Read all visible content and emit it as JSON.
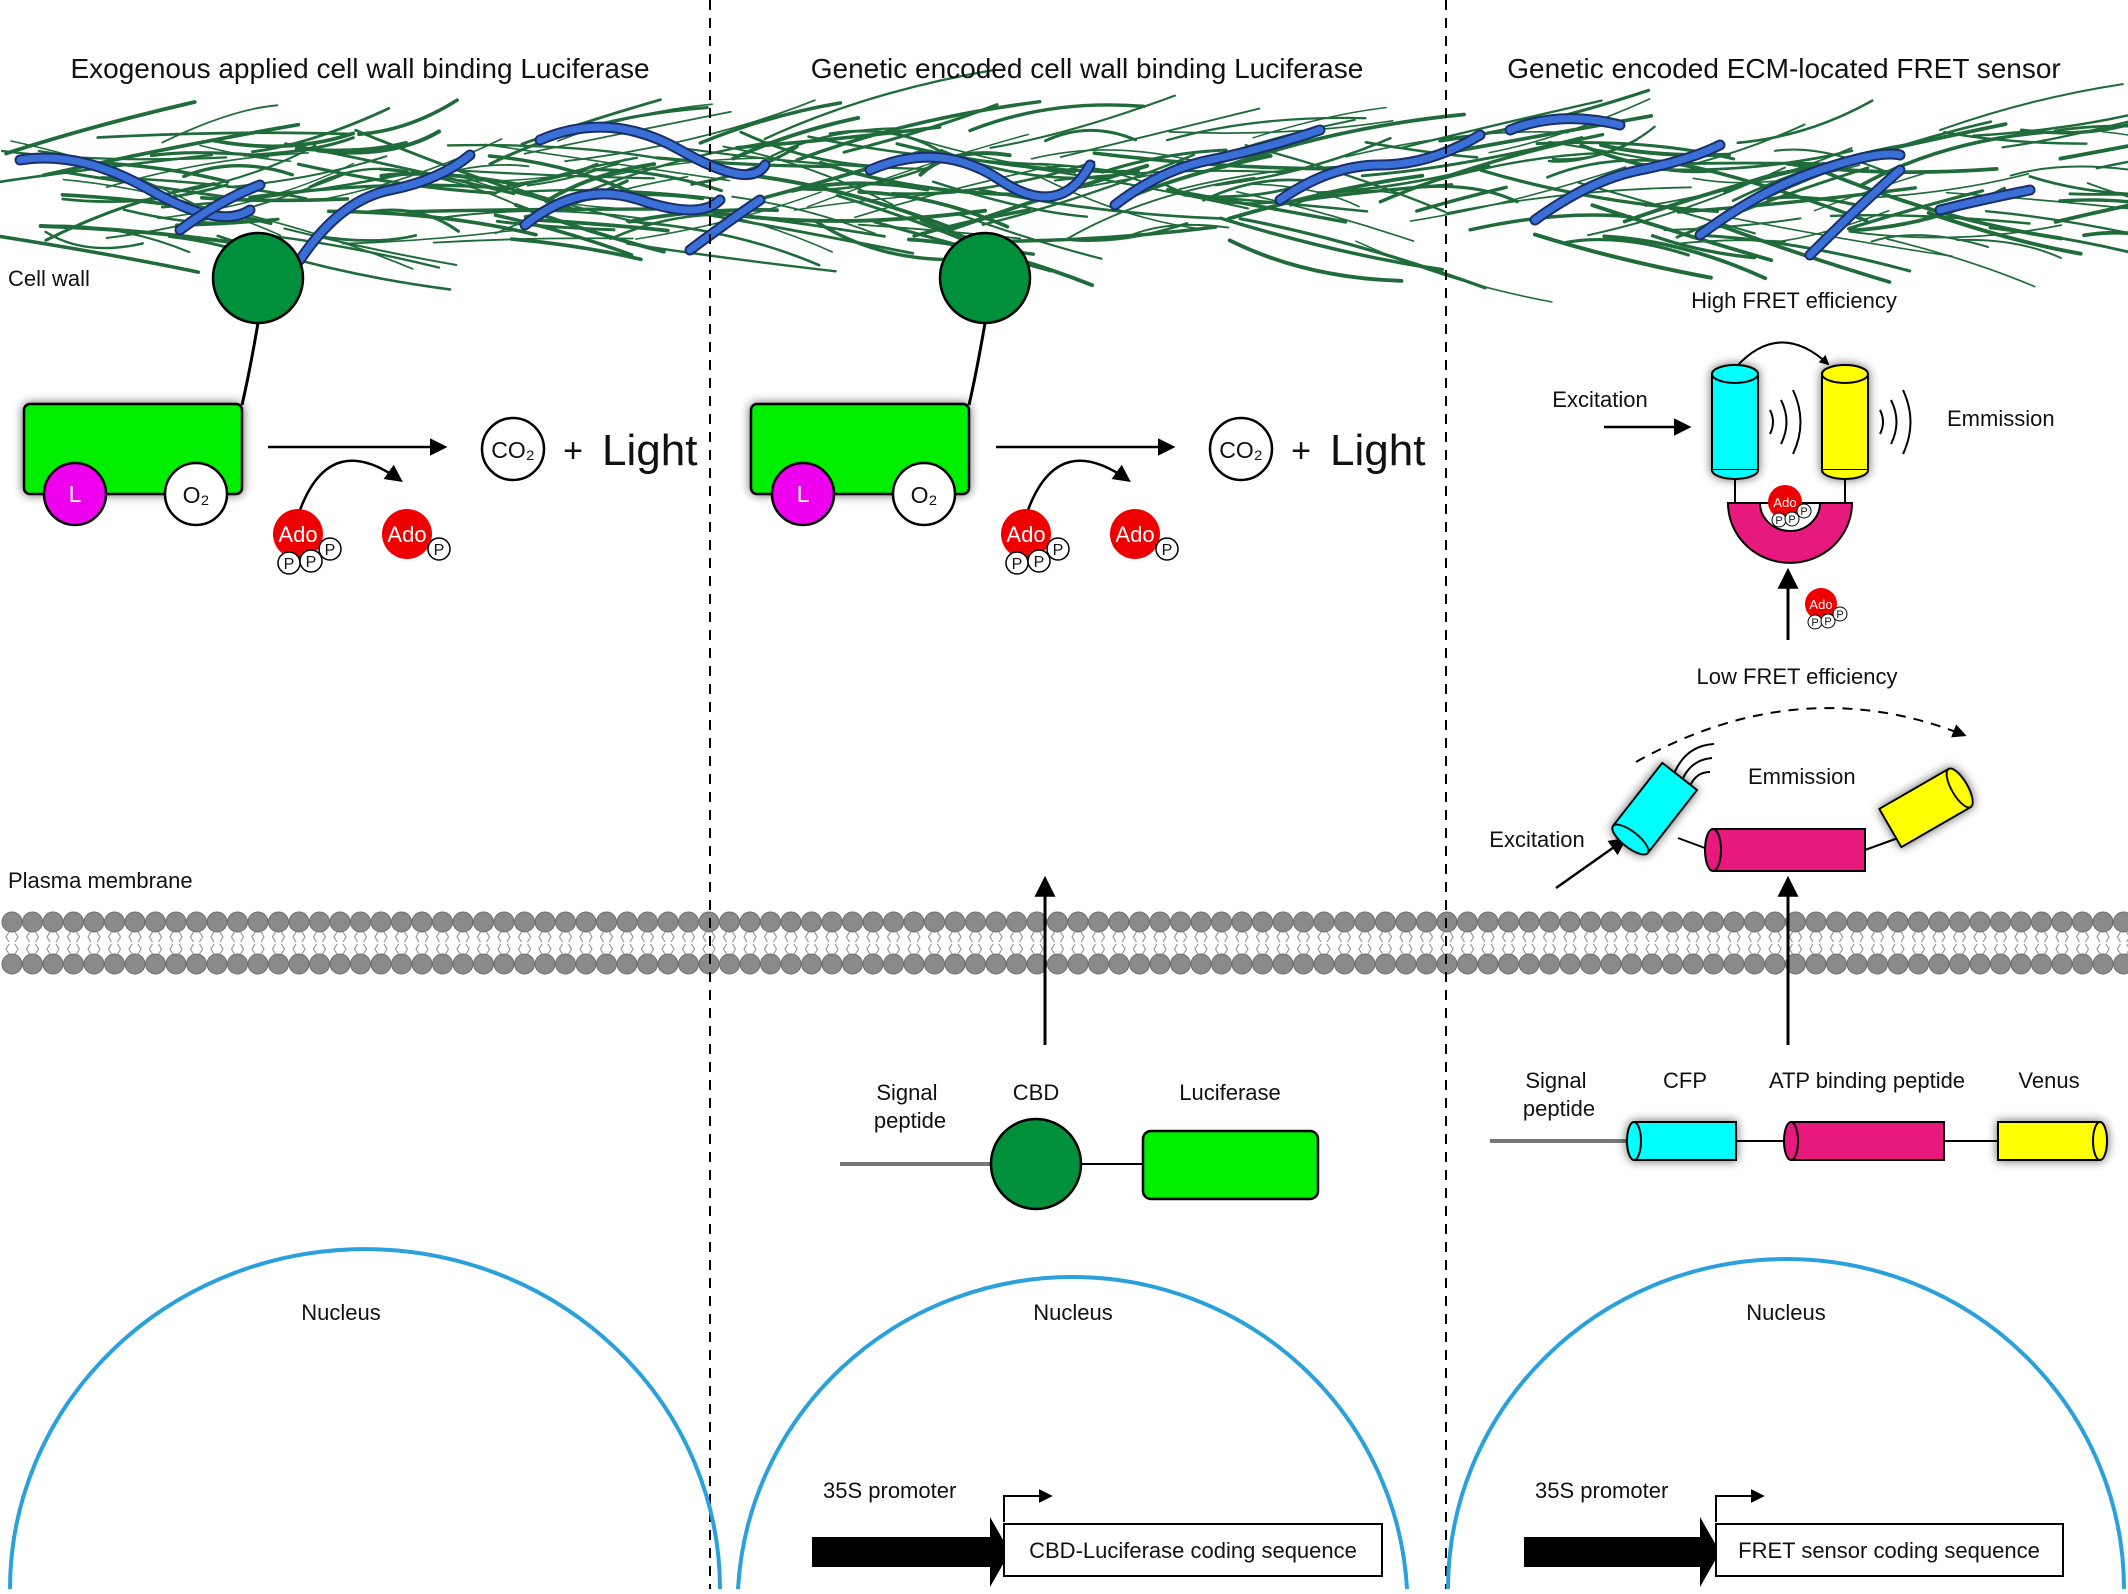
{
  "panels": {
    "left_title": "Exogenous applied cell wall binding Luciferase",
    "middle_title": "Genetic encoded cell wall binding Luciferase",
    "right_title": "Genetic encoded ECM-located FRET sensor"
  },
  "labels": {
    "cell_wall": "Cell wall",
    "plasma_membrane": "Plasma membrane",
    "nucleus": "Nucleus",
    "light": "Light",
    "plus": "+",
    "co2": "CO₂",
    "o2": "O₂",
    "luciferin": "L",
    "ado": "Ado",
    "phosphate": "P"
  },
  "middle_construct": {
    "signal_peptide": "Signal\npeptide",
    "cbd": "CBD",
    "luciferase": "Luciferase",
    "promoter": "35S promoter",
    "coding_sequence": "CBD-Luciferase coding sequence"
  },
  "right_construct": {
    "signal_peptide": "Signal\npeptide",
    "cfp": "CFP",
    "atp_peptide": "ATP binding peptide",
    "venus": "Venus",
    "promoter": "35S promoter",
    "coding_sequence": "FRET sensor coding sequence"
  },
  "fret": {
    "high": "High FRET efficiency",
    "low": "Low FRET efficiency",
    "excitation": "Excitation",
    "emission": "Emmission"
  },
  "colors": {
    "cbd_green": "#008f3a",
    "luciferase_green": "#00ee00",
    "luciferin_magenta": "#ee00ee",
    "ado_red": "#ee0000",
    "cfp_cyan": "#00ffff",
    "venus_yellow": "#ffff00",
    "atp_peptide_pink": "#e8197d",
    "nucleus_blue": "#2aa0dc",
    "cellulose_green": "#1f6b3a",
    "hemicellulose_blue": "#3a6fd8",
    "membrane_gray": "#8a8a8a"
  }
}
